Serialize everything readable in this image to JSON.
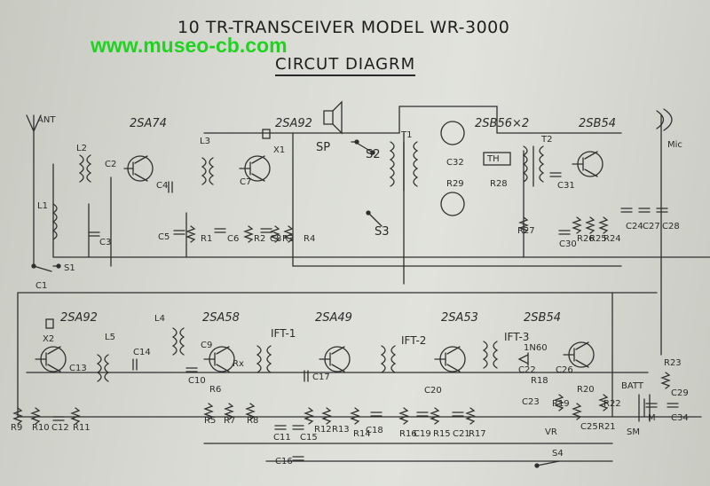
{
  "header": {
    "title": "10 TR-TRANSCEIVER  MODEL  WR-3000",
    "subtitle": "CIRCUT  DIAGRM",
    "watermark": "www.museo-cb.com"
  },
  "transistors": [
    {
      "id": "2sa74",
      "label": "2SA74"
    },
    {
      "id": "2sa92-top",
      "label": "2SA92"
    },
    {
      "id": "2sb56x2",
      "label": "2SB56×2"
    },
    {
      "id": "2sb54-top",
      "label": "2SB54"
    },
    {
      "id": "2sa92-bottom",
      "label": "2SA92"
    },
    {
      "id": "2sa58",
      "label": "2SA58"
    },
    {
      "id": "2sa49",
      "label": "2SA49"
    },
    {
      "id": "2sa53",
      "label": "2SA53"
    },
    {
      "id": "2sb54-bottom",
      "label": "2SB54"
    }
  ],
  "labels": {
    "ant": "ANT",
    "l1": "L1",
    "l2": "L2",
    "l3": "L3",
    "l4": "L4",
    "l5": "L5",
    "c1": "C1",
    "c2": "C2",
    "c3": "C3",
    "c4": "C4",
    "c5": "C5",
    "c6": "C6",
    "c7": "C7",
    "c8": "C8",
    "r1": "R1",
    "r2": "R2",
    "r3": "R3",
    "r4": "R4",
    "x1": "X1",
    "x2": "X2",
    "sp": "SP",
    "s1": "S1",
    "s2": "S2",
    "s3": "S3",
    "s4": "S4",
    "t1": "T1",
    "t2": "T2",
    "c32": "C32",
    "tm": "TH",
    "r29": "R29",
    "r28": "R28",
    "r27": "R27",
    "c31": "C31",
    "mic": "Mic",
    "c30": "C30",
    "r26": "R26",
    "r25": "R25",
    "r24": "R24",
    "c24": "C24",
    "c27": "C27",
    "c28": "C28",
    "r9": "R9",
    "r10": "R10",
    "c12": "C12",
    "r11": "R11",
    "c13": "C13",
    "c14": "C14",
    "c9": "C9",
    "c10": "C10",
    "r5": "R5",
    "r6": "R6",
    "r7": "R7",
    "r8": "R8",
    "rx": "Rx",
    "c11": "C11",
    "c15": "C15",
    "c16": "C16",
    "ift1": "IFT-1",
    "c17": "C17",
    "r12": "R12",
    "r13": "R13",
    "r14": "R14",
    "c18": "C18",
    "ift2": "IFT-2",
    "c20": "C20",
    "r16": "R16",
    "c19": "C19",
    "r15": "R15",
    "c21": "C21",
    "r17": "R17",
    "ift3": "IFT-3",
    "in60": "1N60",
    "c22": "C22",
    "r18": "R18",
    "c23": "C23",
    "r19": "R19",
    "vr": "VR",
    "c26": "C26",
    "r20": "R20",
    "c25": "C25",
    "r21": "R21",
    "r22": "R22",
    "r23": "R23",
    "batt": "BATT",
    "sm": "SM",
    "m": "M",
    "c29": "C29",
    "c34": "C34"
  }
}
